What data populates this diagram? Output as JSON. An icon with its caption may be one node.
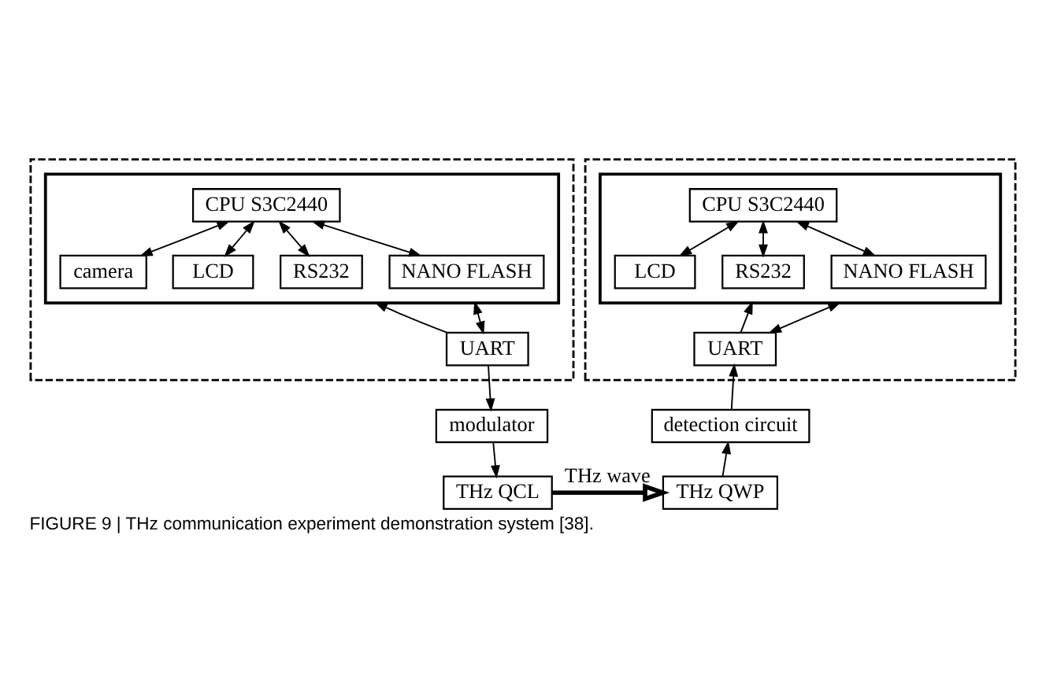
{
  "diagram": {
    "caption": "FIGURE 9 | THz communication experiment demonstration system [38].",
    "nodes": [
      {
        "text": [],
        "shape": "box"
      },
      {
        "text": [],
        "in": 0,
        "shape": "box"
      },
      {
        "text": [
          "CPU S3C2440"
        ],
        "in": 1
      },
      {
        "text": [
          "camera"
        ],
        "in": 1
      },
      {
        "text": [
          "LCD"
        ],
        "in": 1
      },
      {
        "text": [
          "RS232"
        ],
        "in": 1
      },
      {
        "text": [
          "NANO FLASH"
        ],
        "in": 1
      },
      {
        "text": [
          "UART"
        ],
        "in": 0
      },
      {
        "text": [
          "modulator"
        ]
      },
      {
        "text": [
          "THz QCL"
        ]
      },
      {
        "text": [],
        "shape": "box"
      },
      {
        "text": [],
        "in": 10,
        "shape": "box"
      },
      {
        "text": [
          "CPU S3C2440"
        ],
        "in": 11
      },
      {
        "text": [
          "LCD"
        ],
        "in": 11
      },
      {
        "text": [
          "RS232"
        ],
        "in": 11
      },
      {
        "text": [
          "NANO FLASH"
        ],
        "in": 11
      },
      {
        "text": [
          "UART"
        ],
        "in": 10
      },
      {
        "text": [
          "detection circuit"
        ]
      },
      {
        "text": [
          "THz QWP"
        ]
      }
    ],
    "edges": [
      {
        "from": 2,
        "to": 3,
        "arrow": "both"
      },
      {
        "from": 2,
        "to": 4,
        "arrow": "both"
      },
      {
        "from": 2,
        "to": 5,
        "arrow": "both"
      },
      {
        "from": 2,
        "to": 6,
        "arrow": "both"
      },
      {
        "from": 1,
        "to": 7,
        "arrow": "both"
      },
      {
        "from": 7,
        "to": 1,
        "arrow": "to"
      },
      {
        "from": 7,
        "to": 8,
        "arrow": "to"
      },
      {
        "from": 8,
        "to": 9,
        "arrow": "to"
      },
      {
        "from": 9,
        "to": 18,
        "arrow": "to",
        "label": "THz wave",
        "style": "thick"
      },
      {
        "from": 12,
        "to": 13,
        "arrow": "both"
      },
      {
        "from": 12,
        "to": 14,
        "arrow": "both"
      },
      {
        "from": 12,
        "to": 15,
        "arrow": "both"
      },
      {
        "from": 11,
        "to": 16,
        "arrow": "both"
      },
      {
        "from": 16,
        "to": 11,
        "arrow": "to"
      },
      {
        "from": 18,
        "to": 17,
        "arrow": "to"
      },
      {
        "from": 17,
        "to": 16,
        "arrow": "to"
      }
    ]
  }
}
